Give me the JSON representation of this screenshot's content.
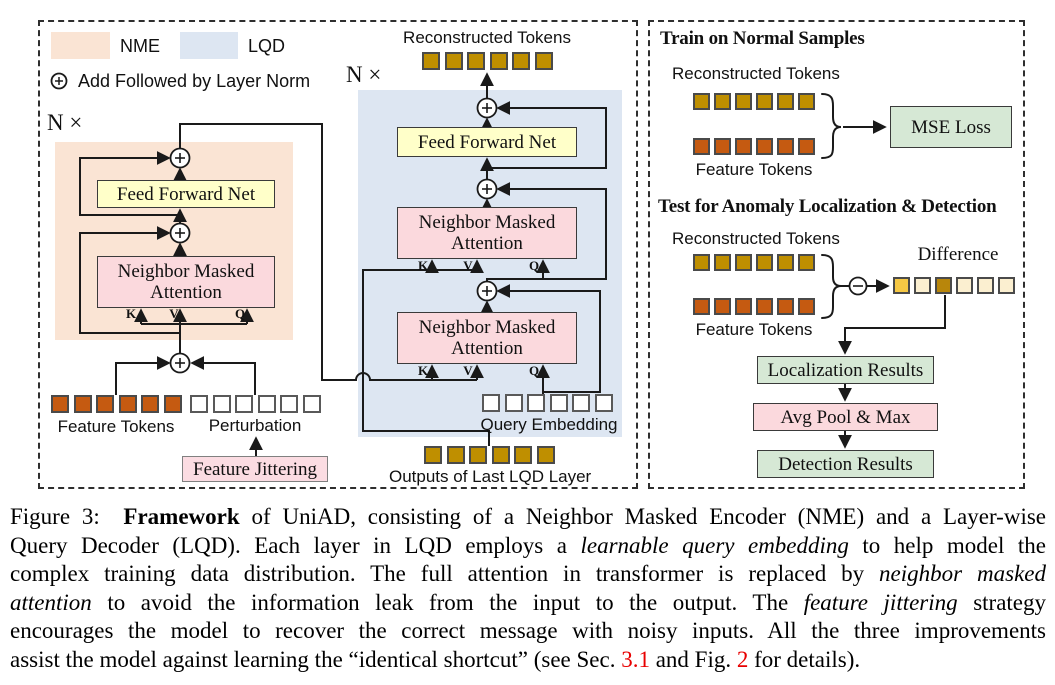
{
  "colors": {
    "nme_bg": "#FAE4D4",
    "lqd_bg": "#DDE6F2",
    "ffn_bg": "#FFFFC9",
    "attn_bg": "#FBD9DD",
    "jitter_bg": "#FBDCE2",
    "green_bg": "#D6E8D5",
    "avgpool_bg": "#FBD9DD",
    "gold_token": "#BF8F00",
    "orange_token": "#C55A11",
    "white_token": "#FFFFFF",
    "diff_yellow": "#F6C844",
    "diff_pale": "#FBEFD0",
    "diff_darkgold": "#B8860B",
    "line": "#1a1a1a",
    "ref_red": "#e80000"
  },
  "diagram": {
    "legend": {
      "nme": "NME",
      "lqd": "LQD",
      "add_note": "Add Followed by Layer Norm"
    },
    "repeat": "N ×",
    "ffn": "Feed Forward Net",
    "nma_line1": "Neighbor Masked",
    "nma_line2": "Attention",
    "kvq": {
      "k": "K",
      "v": "V",
      "q": "Q"
    },
    "nme_inputs": {
      "feature_tokens": "Feature Tokens",
      "perturbation": "Perturbation",
      "feature_jittering": "Feature Jittering"
    },
    "lqd_io": {
      "reconstructed": "Reconstructed Tokens",
      "query_embedding": "Query Embedding",
      "outputs_last": "Outputs of Last LQD Layer"
    }
  },
  "right_panel": {
    "train_title": "Train on Normal Samples",
    "test_title": "Test for Anomaly Localization & Detection",
    "reconstructed": "Reconstructed Tokens",
    "feature": "Feature Tokens",
    "mse": "MSE Loss",
    "difference": "Difference",
    "localization": "Localization Results",
    "avgpool": "Avg Pool & Max",
    "detection": "Detection Results"
  },
  "token_rows": {
    "nme_feature": {
      "size": 18,
      "gap": 4.5,
      "border": "#4a4a4a",
      "fills": [
        "#C55A11",
        "#C55A11",
        "#C55A11",
        "#C55A11",
        "#C55A11",
        "#C55A11"
      ]
    },
    "nme_perturbation": {
      "size": 18,
      "gap": 4.5,
      "border": "#595959",
      "fills": [
        "#FFFFFF",
        "#FFFFFF",
        "#FFFFFF",
        "#FFFFFF",
        "#FFFFFF",
        "#FFFFFF"
      ]
    },
    "lqd_reconstructed": {
      "size": 18,
      "gap": 4.5,
      "border": "#4a4a4a",
      "fills": [
        "#BF8F00",
        "#BF8F00",
        "#BF8F00",
        "#BF8F00",
        "#BF8F00",
        "#BF8F00"
      ]
    },
    "lqd_query": {
      "size": 18,
      "gap": 4.5,
      "border": "#595959",
      "fills": [
        "#FFFFFF",
        "#FFFFFF",
        "#FFFFFF",
        "#FFFFFF",
        "#FFFFFF",
        "#FFFFFF"
      ]
    },
    "lqd_outputs": {
      "size": 18,
      "gap": 4.5,
      "border": "#4a4a4a",
      "fills": [
        "#BF8F00",
        "#BF8F00",
        "#BF8F00",
        "#BF8F00",
        "#BF8F00",
        "#BF8F00"
      ]
    },
    "train_reconstructed": {
      "size": 17,
      "gap": 4,
      "border": "#4a4a4a",
      "fills": [
        "#BF8F00",
        "#BF8F00",
        "#BF8F00",
        "#BF8F00",
        "#BF8F00",
        "#BF8F00"
      ]
    },
    "train_feature": {
      "size": 17,
      "gap": 4,
      "border": "#4a4a4a",
      "fills": [
        "#C55A11",
        "#C55A11",
        "#C55A11",
        "#C55A11",
        "#C55A11",
        "#C55A11"
      ]
    },
    "test_reconstructed": {
      "size": 17,
      "gap": 4,
      "border": "#4a4a4a",
      "fills": [
        "#BF8F00",
        "#BF8F00",
        "#BF8F00",
        "#BF8F00",
        "#BF8F00",
        "#BF8F00"
      ]
    },
    "test_feature": {
      "size": 17,
      "gap": 4,
      "border": "#4a4a4a",
      "fills": [
        "#C55A11",
        "#C55A11",
        "#C55A11",
        "#C55A11",
        "#C55A11",
        "#C55A11"
      ]
    },
    "difference": {
      "size": 17,
      "gap": 4,
      "border": "#4a4a4a",
      "fills": [
        "#F6C844",
        "#FBEFD0",
        "#B8860B",
        "#FBEFD0",
        "#FBEFD0",
        "#FBEFD0"
      ]
    }
  },
  "caption": {
    "lines": [
      {
        "segments": [
          {
            "t": "Figure 3:  ",
            "s": "n"
          },
          {
            "t": "Framework",
            "s": "b"
          },
          {
            "t": " of UniAD, consisting of a Neighbor Masked Encoder (NME) and a Layer-wise",
            "s": "n"
          }
        ]
      },
      {
        "segments": [
          {
            "t": "Query Decoder (LQD). Each layer in LQD employs a ",
            "s": "n"
          },
          {
            "t": "learnable query embedding",
            "s": "i"
          },
          {
            "t": " to help model the",
            "s": "n"
          }
        ]
      },
      {
        "segments": [
          {
            "t": "complex training data distribution. The full attention in transformer is replaced by ",
            "s": "n"
          },
          {
            "t": "neighbor masked",
            "s": "i"
          }
        ]
      },
      {
        "segments": [
          {
            "t": "attention",
            "s": "i"
          },
          {
            "t": " to avoid the information leak from the input to the output. The ",
            "s": "n"
          },
          {
            "t": "feature jittering",
            "s": "i"
          },
          {
            "t": " strategy",
            "s": "n"
          }
        ]
      },
      {
        "segments": [
          {
            "t": "encourages the model to recover the correct message with noisy inputs. All the three improvements",
            "s": "n"
          }
        ]
      },
      {
        "segments": [
          {
            "t": "assist the model against learning the “identical shortcut” (see Sec. ",
            "s": "n"
          },
          {
            "t": "3.1",
            "s": "r"
          },
          {
            "t": " and Fig. ",
            "s": "n"
          },
          {
            "t": "2",
            "s": "r"
          },
          {
            "t": " for details).",
            "s": "n"
          }
        ]
      }
    ]
  }
}
